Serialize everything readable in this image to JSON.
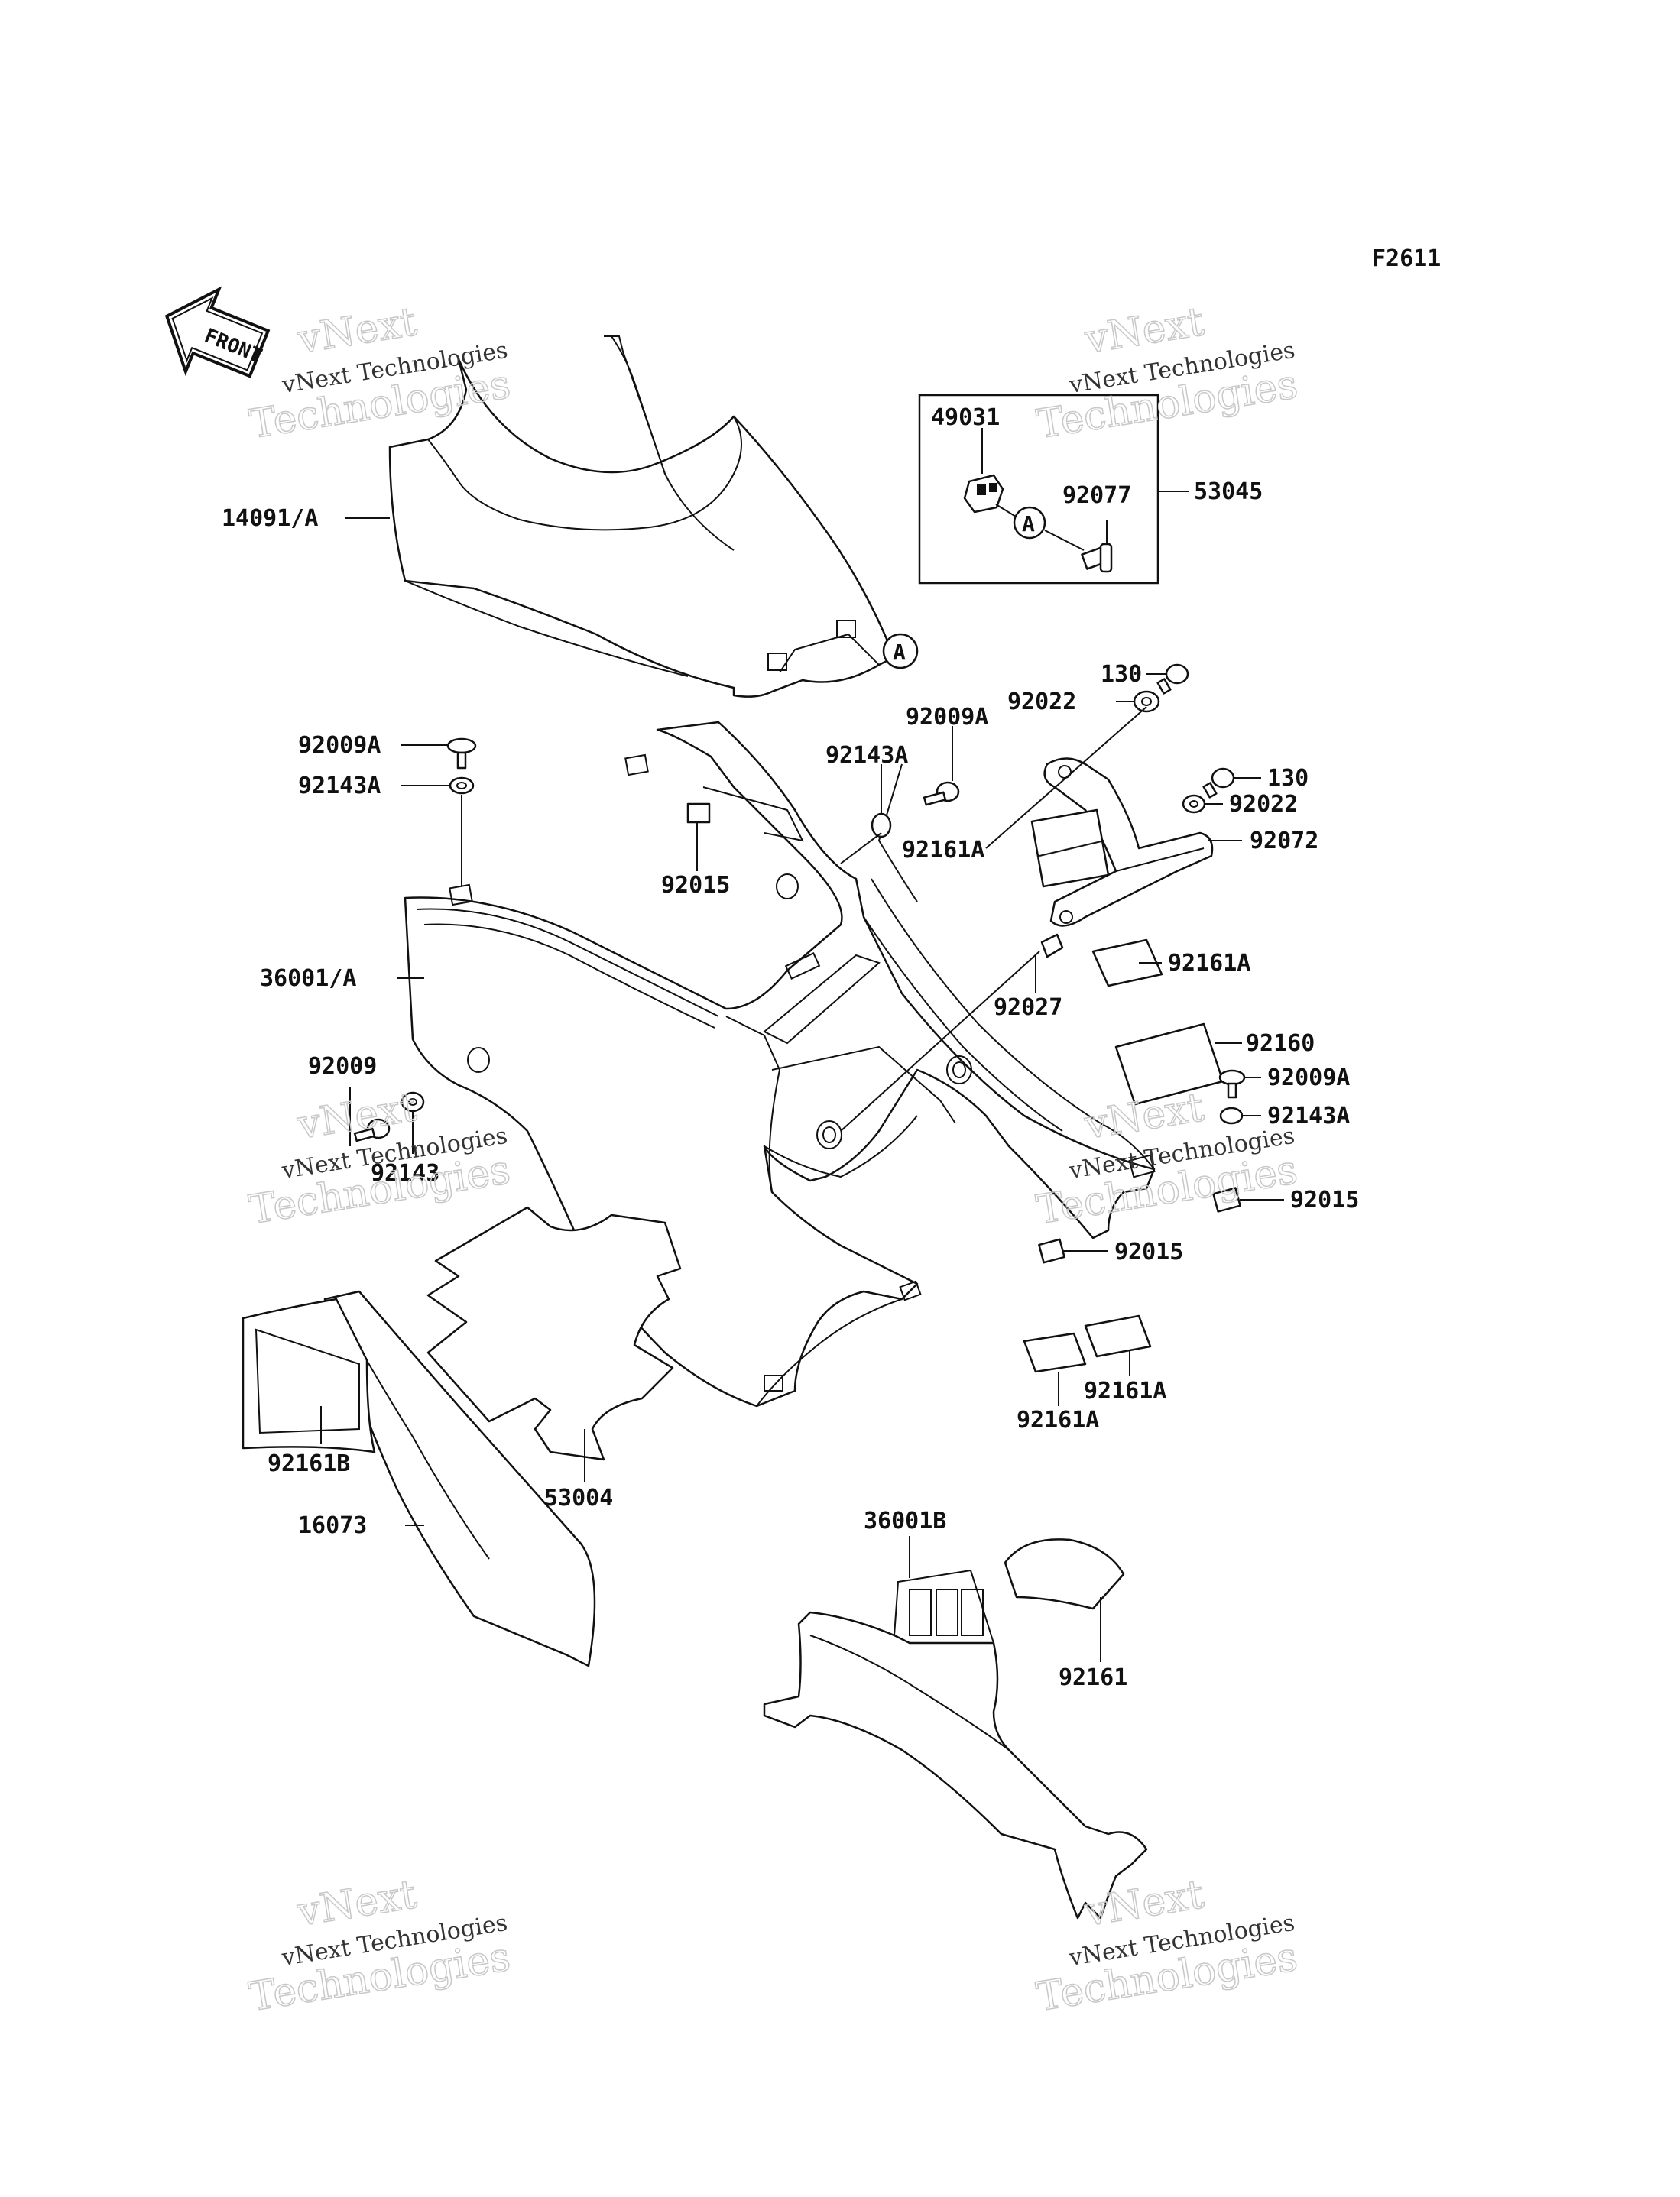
{
  "figure_code": "F2611",
  "front_label": "FRONT",
  "ref_marker": "A",
  "watermark": {
    "line1": "vNext",
    "line2": "vNext Technologies",
    "line3": "Technologies"
  },
  "callouts": [
    {
      "id": "c-14091A",
      "text": "14091/A"
    },
    {
      "id": "c-49031",
      "text": "49031"
    },
    {
      "id": "c-92077",
      "text": "92077"
    },
    {
      "id": "c-53045",
      "text": "53045"
    },
    {
      "id": "c-130-top",
      "text": "130"
    },
    {
      "id": "c-92022-top",
      "text": "92022"
    },
    {
      "id": "c-92009A-mid",
      "text": "92009A"
    },
    {
      "id": "c-92009A-left",
      "text": "92009A"
    },
    {
      "id": "c-92143A-mid",
      "text": "92143A"
    },
    {
      "id": "c-92143A-left",
      "text": "92143A"
    },
    {
      "id": "c-130-right",
      "text": "130"
    },
    {
      "id": "c-92022-right",
      "text": "92022"
    },
    {
      "id": "c-92161A-a",
      "text": "92161A"
    },
    {
      "id": "c-92072",
      "text": "92072"
    },
    {
      "id": "c-92015-a",
      "text": "92015"
    },
    {
      "id": "c-36001A",
      "text": "36001/A"
    },
    {
      "id": "c-92161A-b",
      "text": "92161A"
    },
    {
      "id": "c-92027",
      "text": "92027"
    },
    {
      "id": "c-92160",
      "text": "92160"
    },
    {
      "id": "c-92009",
      "text": "92009"
    },
    {
      "id": "c-92009A-right",
      "text": "92009A"
    },
    {
      "id": "c-92143A-right",
      "text": "92143A"
    },
    {
      "id": "c-92143",
      "text": "92143"
    },
    {
      "id": "c-92015-b",
      "text": "92015"
    },
    {
      "id": "c-92015-c",
      "text": "92015"
    },
    {
      "id": "c-92161A-c",
      "text": "92161A"
    },
    {
      "id": "c-92161A-d",
      "text": "92161A"
    },
    {
      "id": "c-92161B",
      "text": "92161B"
    },
    {
      "id": "c-53004",
      "text": "53004"
    },
    {
      "id": "c-16073",
      "text": "16073"
    },
    {
      "id": "c-36001B",
      "text": "36001B"
    },
    {
      "id": "c-92161",
      "text": "92161"
    }
  ]
}
